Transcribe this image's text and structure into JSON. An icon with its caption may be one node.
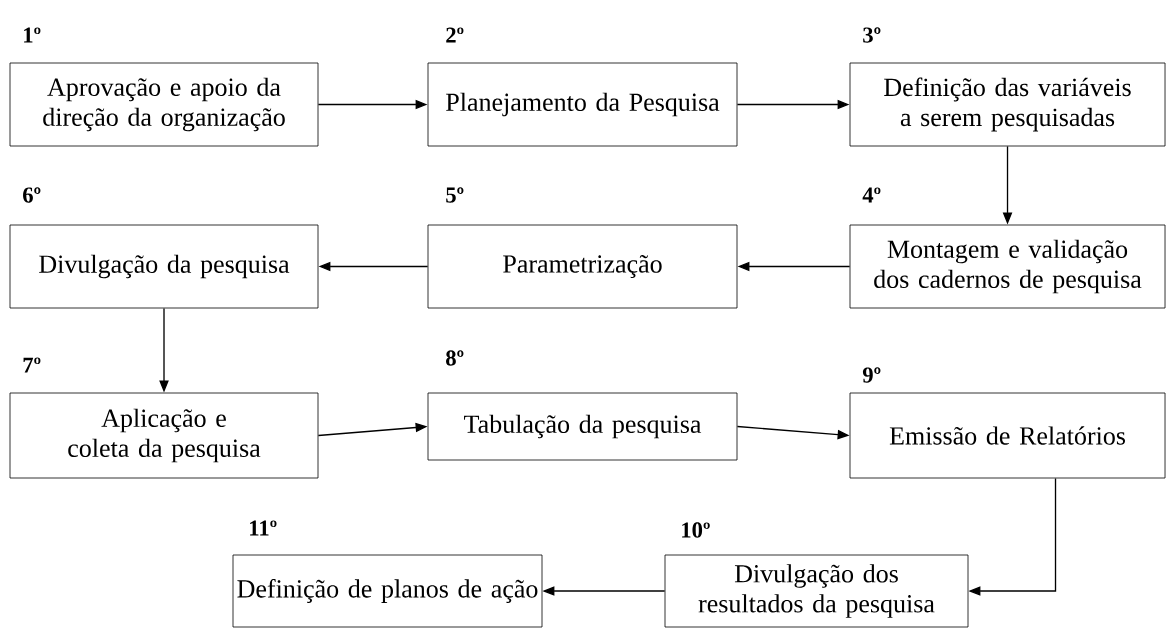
{
  "diagram": {
    "nodes": [
      {
        "text": [
          "Aprovação e apoio da direção da organização"
        ],
        "beside": [
          "1º"
        ]
      },
      {
        "text": [
          "Planejamento da Pesquisa"
        ],
        "beside": [
          "2º"
        ]
      },
      {
        "text": [
          "Definição das variáveis a serem pesquisadas"
        ],
        "beside": [
          "3º"
        ]
      },
      {
        "text": [
          "Montagem e validação dos cadernos de pesquisa"
        ],
        "beside": [
          "4º"
        ]
      },
      {
        "text": [
          "Parametrização"
        ],
        "beside": [
          "5º"
        ]
      },
      {
        "text": [
          "Divulgação da pesquisa"
        ],
        "beside": [
          "6º"
        ]
      },
      {
        "text": [
          "Aplicação e coleta da pesquisa"
        ],
        "beside": [
          "7º"
        ]
      },
      {
        "text": [
          "Tabulação da pesquisa"
        ],
        "beside": [
          "8º"
        ]
      },
      {
        "text": [
          "Emissão de Relatórios"
        ],
        "beside": [
          "9º"
        ]
      },
      {
        "text": [
          "Divulgação dos resultados da pesquisa"
        ],
        "beside": [
          "10º"
        ]
      },
      {
        "text": [
          "Definição de planos de ação"
        ],
        "beside": [
          "11º"
        ]
      }
    ],
    "edges": [
      {
        "from": 0,
        "to": 1,
        "arrow": "to"
      },
      {
        "from": 1,
        "to": 2,
        "arrow": "to"
      },
      {
        "from": 2,
        "to": 3,
        "arrow": "to"
      },
      {
        "from": 3,
        "to": 4,
        "arrow": "to"
      },
      {
        "from": 4,
        "to": 5,
        "arrow": "to"
      },
      {
        "from": 5,
        "to": 6,
        "arrow": "to"
      },
      {
        "from": 6,
        "to": 7,
        "arrow": "to"
      },
      {
        "from": 7,
        "to": 8,
        "arrow": "to"
      },
      {
        "from": 8,
        "to": 9,
        "arrow": "to"
      },
      {
        "from": 9,
        "to": 10,
        "arrow": "to"
      }
    ]
  }
}
